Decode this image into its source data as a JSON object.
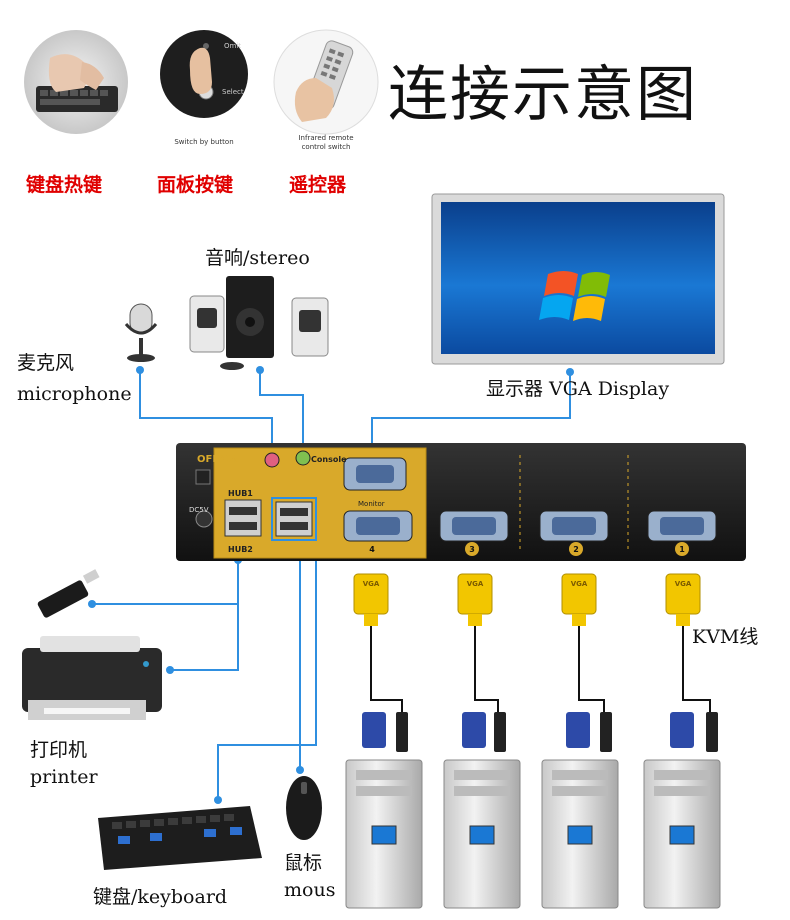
{
  "title": "连接示意图",
  "control_methods": [
    {
      "label": "键盘热键",
      "icon": "keyboard-hotkey-photo"
    },
    {
      "label": "面板按键",
      "icon": "panel-button-photo",
      "captions": [
        "Omit",
        "Select",
        "Switch by button"
      ]
    },
    {
      "label": "遥控器",
      "icon": "remote-control-photo",
      "captions": [
        "Infrared remote",
        "control switch"
      ]
    }
  ],
  "stereo_label": "音响/stereo",
  "microphone_label": [
    "麦克风",
    "microphone"
  ],
  "display_label": "显示器  VGA Display",
  "kvm_cable_label": "KVM线",
  "printer_label": [
    "打印机",
    "printer"
  ],
  "keyboard_label": "键盘/keyboard",
  "mouse_label": [
    "鼠标",
    "mous"
  ],
  "kvm_switch": {
    "power_label": "OFF/ON",
    "dc_label": "DC5V",
    "console_label": "Console",
    "monitor_label": "Monitor",
    "hub1_label": "HUB1",
    "hub2_label": "HUB2",
    "port_numbers": [
      "4",
      "3",
      "2",
      "1"
    ]
  },
  "vga_plug_text": "VGA",
  "colors": {
    "accent_red": "#e00000",
    "line_blue": "#2f8fe0",
    "panel_gold": "#d9a92a",
    "device_black": "#1b1b1b",
    "vga_yellow": "#f2c600",
    "vga_blue": "#2d4aa8"
  }
}
